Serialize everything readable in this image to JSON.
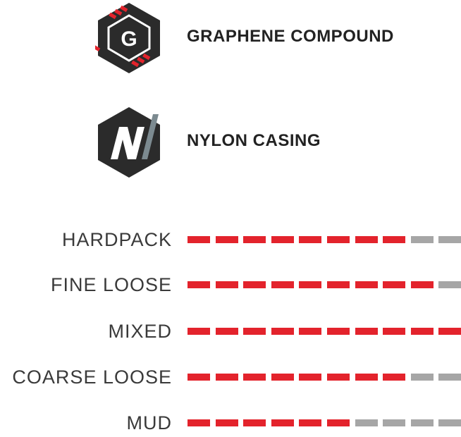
{
  "features": [
    {
      "label": "GRAPHENE COMPOUND",
      "icon": "graphene-g-hex-badge-icon",
      "badge_letter": "G"
    },
    {
      "label": "NYLON CASING",
      "icon": "nylon-n-hex-badge-icon"
    }
  ],
  "ratings": {
    "max": 10,
    "rows": [
      {
        "label": "HARDPACK",
        "value": 8
      },
      {
        "label": "FINE LOOSE",
        "value": 9
      },
      {
        "label": "MIXED",
        "value": 10
      },
      {
        "label": "COARSE LOOSE",
        "value": 8
      },
      {
        "label": "MUD",
        "value": 6
      }
    ]
  },
  "colors": {
    "filled": "#e3232c",
    "empty": "#a6a6a6",
    "badge_dark": "#2b2b2b",
    "accent_grey": "#7c8a90"
  }
}
